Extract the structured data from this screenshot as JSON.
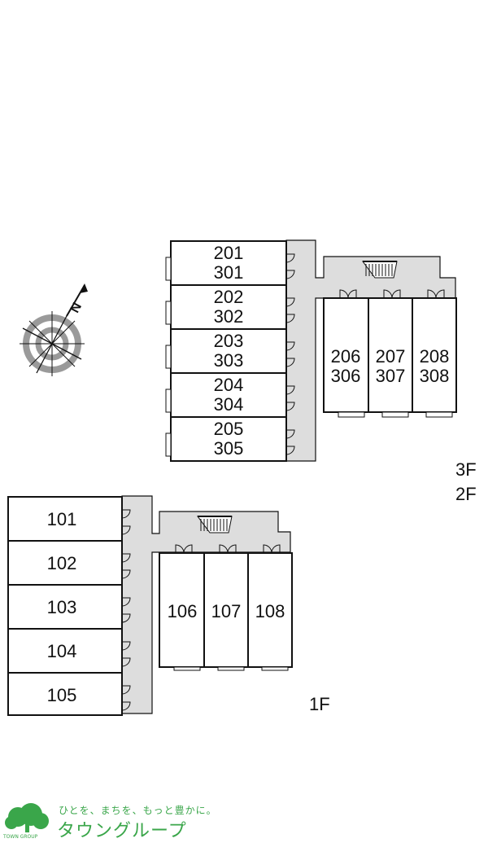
{
  "upper_floors": {
    "left_units": [
      "201\n301",
      "202\n302",
      "203\n303",
      "204\n304",
      "205\n305"
    ],
    "right_units": [
      "206\n306",
      "207\n307",
      "208\n308"
    ],
    "floor_label": "3F\n2F"
  },
  "ground_floor": {
    "left_units": [
      "101",
      "102",
      "103",
      "104",
      "105"
    ],
    "right_units": [
      "106",
      "107",
      "108"
    ],
    "floor_label": "1F"
  },
  "compass": {
    "north_label": "N"
  },
  "logo": {
    "tagline": "ひとを、まちを、もっと豊かに。",
    "name": "タウングループ",
    "small_text": "TOWN GROUP"
  },
  "colors": {
    "corridor": "#dddddd",
    "wall": "#111111",
    "brand": "#3aa64a"
  }
}
